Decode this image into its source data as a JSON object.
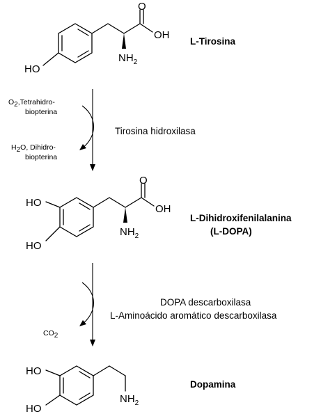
{
  "compounds": {
    "tyrosine": {
      "name": "L-Tirosina",
      "ho": "HO",
      "oxo": "O",
      "oh": "OH",
      "nh2_main": "NH",
      "nh2_sub": "2"
    },
    "ldopa": {
      "name_line1": "L-Dihidroxifenilalanina",
      "name_line2": "(L-DOPA)",
      "ho_top": "HO",
      "ho_bottom": "HO",
      "oxo": "O",
      "oh": "OH",
      "nh2_main": "NH",
      "nh2_sub": "2"
    },
    "dopamine": {
      "name": "Dopamina",
      "ho_top": "HO",
      "ho_bottom": "HO",
      "nh2_main": "NH",
      "nh2_sub": "2"
    }
  },
  "reactions": {
    "step1": {
      "enzyme": "Tirosina hidroxilasa",
      "cofactor_in_a": "O",
      "cofactor_in_a_sub": "2",
      "cofactor_in_b": ",Tetrahidro-",
      "cofactor_in_c": "biopterina",
      "cofactor_out_a": "H",
      "cofactor_out_a_sub": "2",
      "cofactor_out_b": "O, Dihidro-",
      "cofactor_out_c": "biopterina"
    },
    "step2": {
      "enzyme_line1": "DOPA descarboxilasa",
      "enzyme_line2": "L-Aminoácido aromático descarboxilasa",
      "product_a": "CO",
      "product_a_sub": "2"
    }
  }
}
